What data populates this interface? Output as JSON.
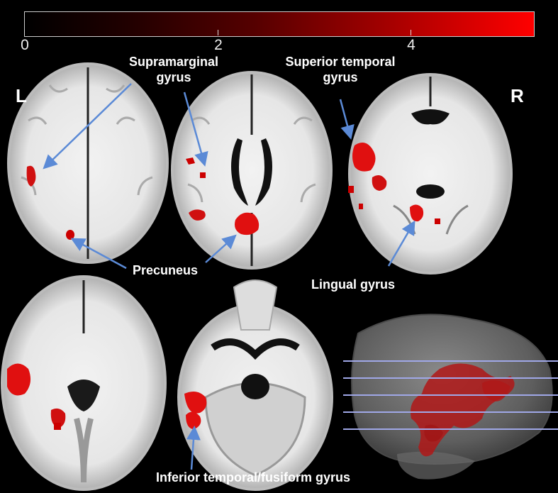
{
  "colorbar": {
    "ticks": [
      "0",
      "2",
      "4"
    ],
    "low_color": "#000000",
    "high_color": "#ff0000"
  },
  "orientation": {
    "left": "L",
    "right": "R"
  },
  "annotations": {
    "supramarginal_line1": "Supramarginal",
    "supramarginal_line2": "gyrus",
    "superior_temporal_line1": "Superior temporal",
    "superior_temporal_line2": "gyrus",
    "precuneus": "Precuneus",
    "lingual": "Lingual gyrus",
    "inferior_temporal": "Inferior temporal/fusiform gyrus"
  },
  "colors": {
    "background": "#000000",
    "activation": "#d01010",
    "arrow": "#5b8ad6",
    "slice_guides": "#a0a8e8"
  }
}
